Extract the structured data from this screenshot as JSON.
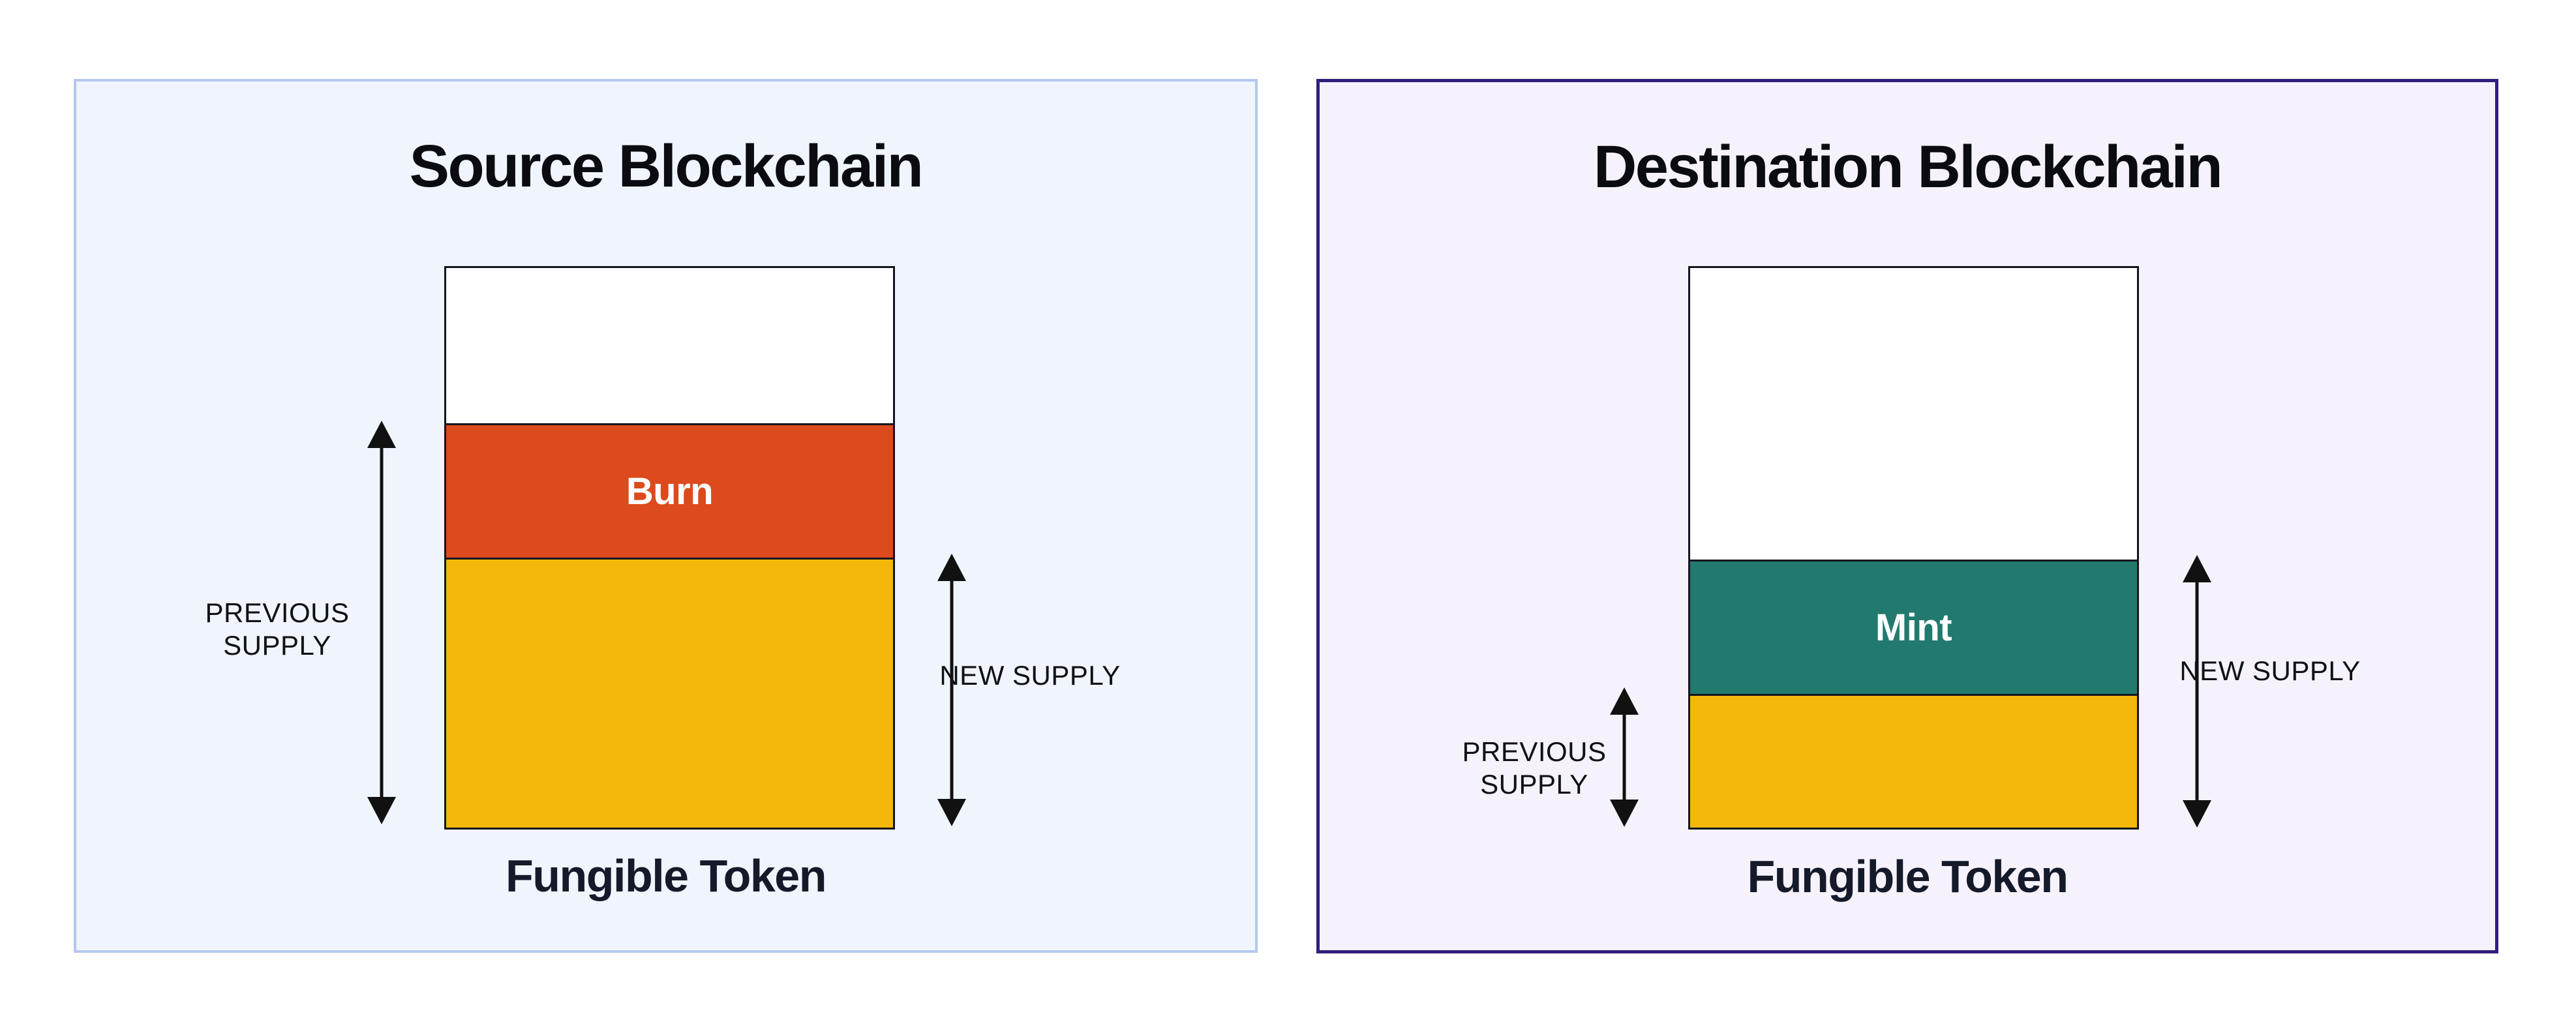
{
  "canvas": {
    "background": "#FFFFFF"
  },
  "panels": [
    {
      "title": "Source Blockchain",
      "caption": "Fungible Token",
      "colors": {
        "background": "#F0F5FD",
        "border": "#B4C8F0"
      },
      "bar": {
        "outline": "#14151F",
        "sections": [
          {
            "label": "",
            "color": "#FFFFFF",
            "height": "27.7%"
          },
          {
            "label": "Burn",
            "color": "#DD4A1D",
            "label_color": "#FFFFFF",
            "height": "24.0%"
          },
          {
            "label": "",
            "color": "#F4B80B",
            "height": "48.3%"
          }
        ]
      },
      "annotations": {
        "previous_supply": {
          "label": "PREVIOUS SUPPLY"
        },
        "new_supply": {
          "label": "NEW SUPPLY"
        }
      },
      "arrow_color": "#111111"
    },
    {
      "title": "Destination Blockchain",
      "caption": "Fungible Token",
      "colors": {
        "background": "#F5F2FB",
        "border": "#321E7B"
      },
      "bar": {
        "outline": "#14151F",
        "sections": [
          {
            "label": "",
            "color": "#FFFFFF",
            "height": "52.1%"
          },
          {
            "label": "Mint",
            "color": "#227A6E",
            "label_color": "#FFFFFF",
            "height": "23.95%"
          },
          {
            "label": "",
            "color": "#F4B80B",
            "height": "23.95%"
          }
        ]
      },
      "annotations": {
        "previous_supply": {
          "label": "PREVIOUS SUPPLY"
        },
        "new_supply": {
          "label": "NEW SUPPLY"
        }
      },
      "arrow_color": "#111111"
    }
  ]
}
